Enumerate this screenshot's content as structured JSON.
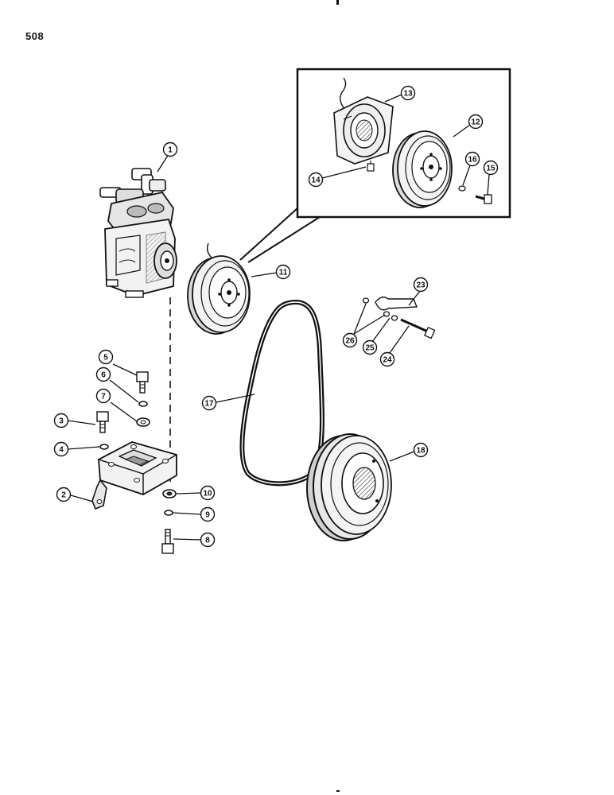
{
  "page": {
    "number": "508"
  },
  "colors": {
    "ink": "#111111",
    "paper": "#ffffff",
    "shade": "#555555"
  },
  "callouts": [
    {
      "id": "c1",
      "label": "1",
      "part": "compressor"
    },
    {
      "id": "c2",
      "label": "2",
      "part": "mounting-bracket"
    },
    {
      "id": "c3",
      "label": "3",
      "part": "cap-screw"
    },
    {
      "id": "c4",
      "label": "4",
      "part": "lock-washer"
    },
    {
      "id": "c5",
      "label": "5",
      "part": "cap-screw"
    },
    {
      "id": "c6",
      "label": "6",
      "part": "lock-washer"
    },
    {
      "id": "c7",
      "label": "7",
      "part": "flat-washer"
    },
    {
      "id": "c8",
      "label": "8",
      "part": "cap-screw"
    },
    {
      "id": "c9",
      "label": "9",
      "part": "lock-washer"
    },
    {
      "id": "c10",
      "label": "10",
      "part": "flat-washer"
    },
    {
      "id": "c11",
      "label": "11",
      "part": "clutch-pulley"
    },
    {
      "id": "c12",
      "label": "12",
      "part": "pulley-assembly"
    },
    {
      "id": "c13",
      "label": "13",
      "part": "clutch-coil"
    },
    {
      "id": "c14",
      "label": "14",
      "part": "fitting"
    },
    {
      "id": "c15",
      "label": "15",
      "part": "cap-screw"
    },
    {
      "id": "c16",
      "label": "16",
      "part": "washer"
    },
    {
      "id": "c17",
      "label": "17",
      "part": "drive-belt"
    },
    {
      "id": "c18",
      "label": "18",
      "part": "crankshaft-pulley"
    },
    {
      "id": "c23",
      "label": "23",
      "part": "brace"
    },
    {
      "id": "c24",
      "label": "24",
      "part": "cap-screw"
    },
    {
      "id": "c25",
      "label": "25",
      "part": "lock-washer"
    },
    {
      "id": "c26",
      "label": "26",
      "part": "flat-washer"
    }
  ]
}
